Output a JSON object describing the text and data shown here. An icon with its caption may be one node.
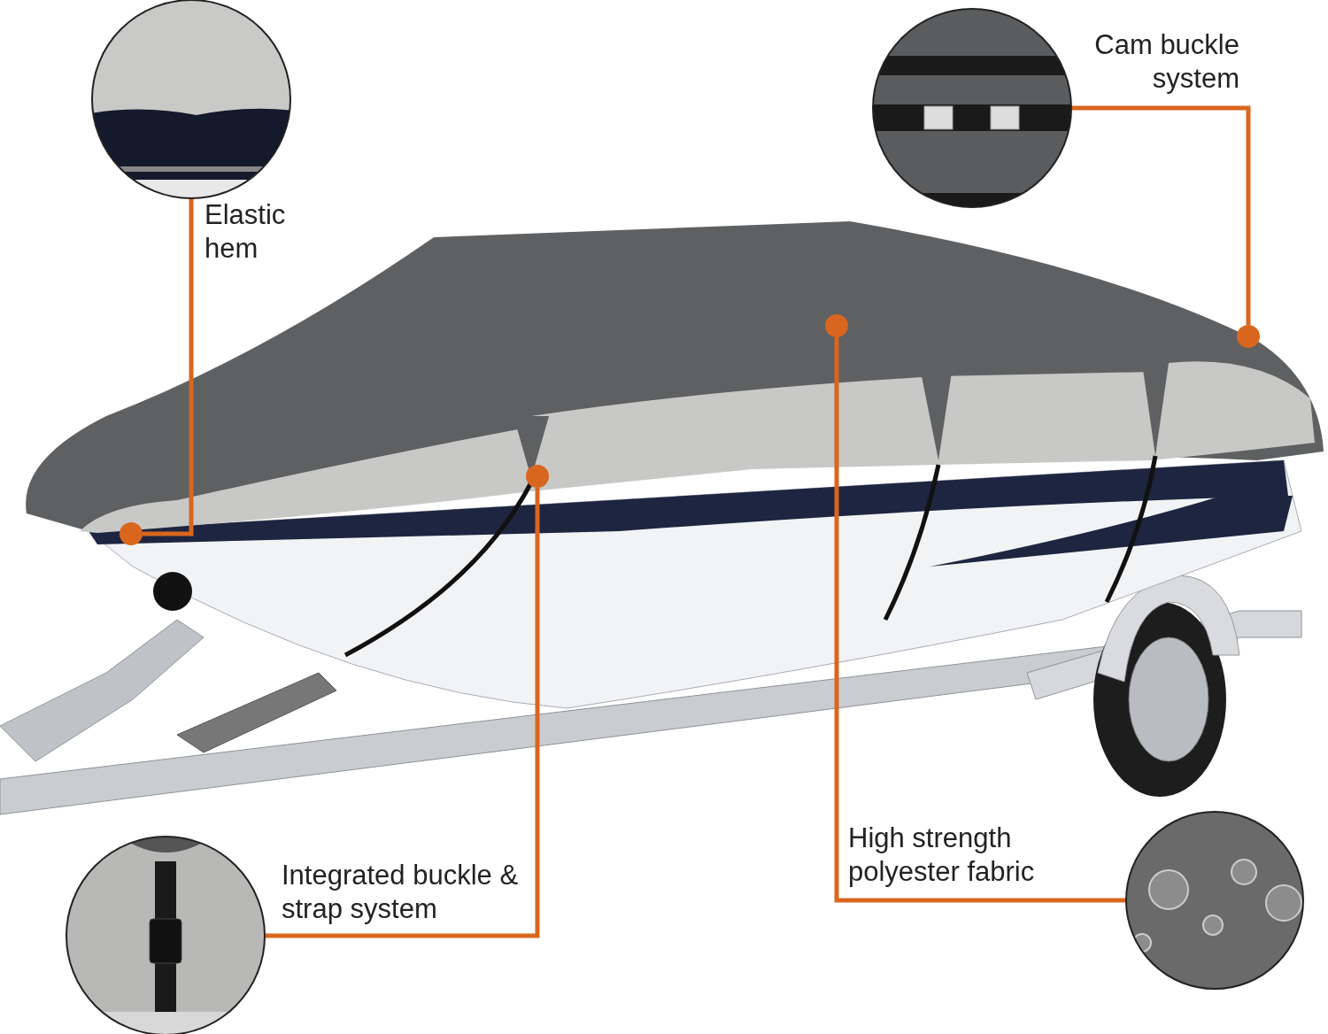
{
  "diagram": {
    "nodes": [
      {
        "text": [],
        "shape": "picture"
      },
      {
        "text": [],
        "shape": "circle",
        "in": 0
      },
      {
        "text": [],
        "shape": "circle",
        "in": 0
      },
      {
        "text": [],
        "shape": "circle",
        "in": 0
      },
      {
        "text": [],
        "shape": "circle",
        "in": 0
      },
      {
        "text": [
          "Elastic hem"
        ]
      },
      {
        "text": [
          "Cam buckle system"
        ]
      },
      {
        "text": [
          "Integrated buckle & strap system"
        ]
      },
      {
        "text": [
          "High strength polyester fabric"
        ]
      }
    ],
    "edges": [
      {
        "from": 5,
        "to": 1,
        "arrow": "none"
      },
      {
        "from": 6,
        "to": 4,
        "arrow": "none"
      },
      {
        "from": 7,
        "to": 2,
        "arrow": "none"
      },
      {
        "from": 8,
        "to": 3,
        "arrow": "none"
      }
    ]
  }
}
